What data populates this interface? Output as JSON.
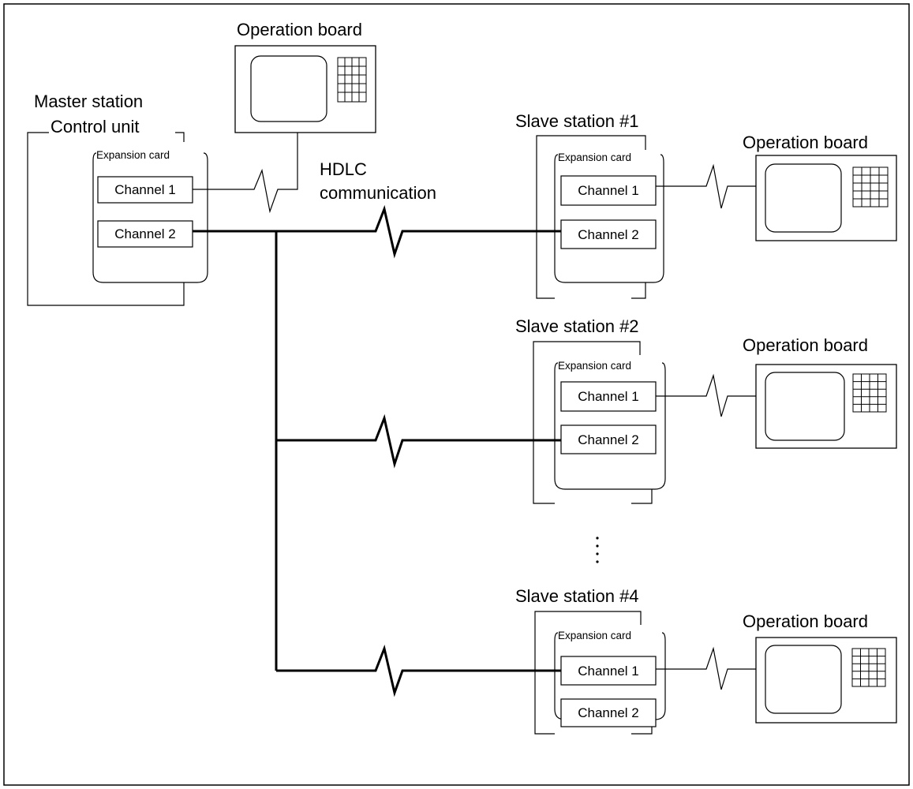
{
  "master": {
    "title_line1": "Master station",
    "title_line2": "Control unit",
    "expansion_card": "Expansion card",
    "channel1": "Channel 1",
    "channel2": "Channel 2"
  },
  "top_operation_board": "Operation board",
  "link_label_line1": "HDLC",
  "link_label_line2": "communication",
  "slaves": [
    {
      "title": "Slave station #1",
      "expansion_card": "Expansion card",
      "channel1": "Channel 1",
      "channel2": "Channel 2",
      "operation_board": "Operation board"
    },
    {
      "title": "Slave station #2",
      "expansion_card": "Expansion card",
      "channel1": "Channel 1",
      "channel2": "Channel 2",
      "operation_board": "Operation board"
    },
    {
      "title": "Slave station #4",
      "expansion_card": "Expansion card",
      "channel1": "Channel 1",
      "channel2": "Channel 2",
      "operation_board": "Operation board"
    }
  ]
}
